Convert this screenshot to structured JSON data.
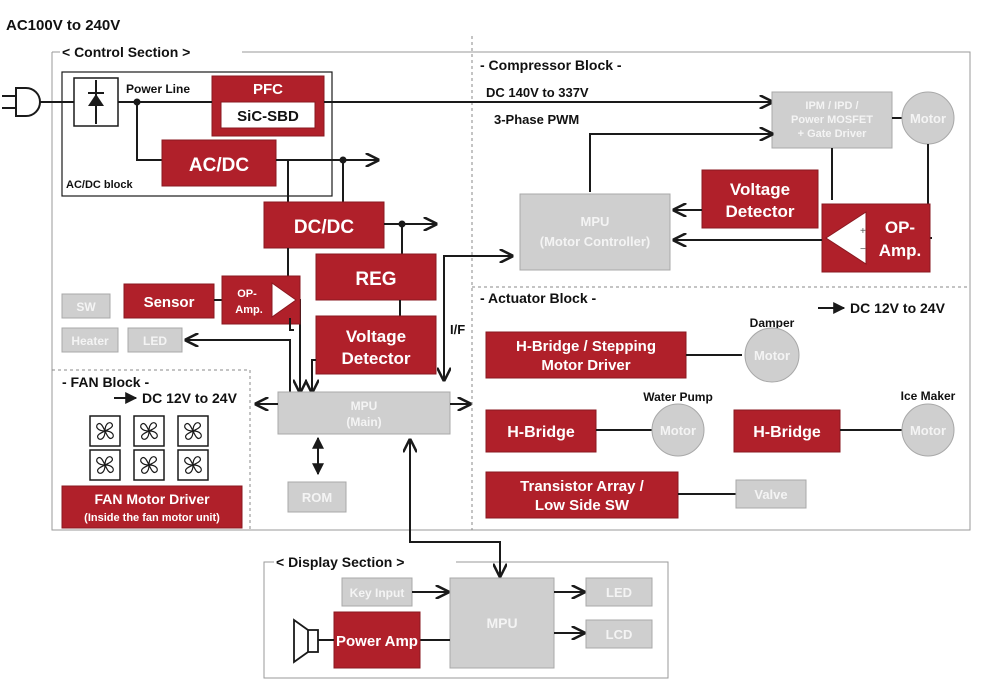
{
  "ac_input": "AC100V to 240V",
  "control_section": "< Control Section >",
  "power_line": "Power Line",
  "ac_dc_block": "AC/DC block",
  "pfc": "PFC",
  "sic_sbd": "SiC-SBD",
  "ac_dc": "AC/DC",
  "dc_dc": "DC/DC",
  "reg": "REG",
  "voltage_detector_ctrl": [
    "Voltage",
    "Detector"
  ],
  "sw": "SW",
  "heater": "Heater",
  "led_ctrl": "LED",
  "sensor": "Sensor",
  "op_amp_small": [
    "OP-",
    "Amp."
  ],
  "mpu_main": [
    "MPU",
    "(Main)"
  ],
  "rom": "ROM",
  "if_label": "I/F",
  "compressor_block": "- Compressor Block -",
  "dc_bus": "DC 140V to 337V",
  "pwm": "3-Phase PWM",
  "ipm": [
    "IPM / IPD /",
    "Power MOSFET",
    "+ Gate Driver"
  ],
  "motor": "Motor",
  "voltage_detector_comp": [
    "Voltage",
    "Detector"
  ],
  "mpu_motor": [
    "MPU",
    "(Motor Controller)"
  ],
  "op_amp_big": [
    "OP-",
    "Amp."
  ],
  "actuator_block": "- Actuator Block -",
  "actuator_dc": "DC 12V to 24V",
  "hbridge_stepping": [
    "H-Bridge / Stepping",
    "Motor Driver"
  ],
  "damper": "Damper",
  "hbridge": "H-Bridge",
  "water_pump": "Water Pump",
  "ice_maker": "Ice Maker",
  "transistor_array": [
    "Transistor Array /",
    "Low Side SW"
  ],
  "valve": "Valve",
  "fan_block": "- FAN Block -",
  "fan_dc": "DC 12V to 24V",
  "fan_driver": [
    "FAN Motor Driver",
    "(Inside the fan motor unit)"
  ],
  "display_section": "< Display Section >",
  "key_input": "Key Input",
  "mpu_display": "MPU",
  "led_display": "LED",
  "lcd": "LCD",
  "power_amp": "Power Amp",
  "colors": {
    "red_block": "#b0202a",
    "gray_block": "#cfcfcf"
  }
}
